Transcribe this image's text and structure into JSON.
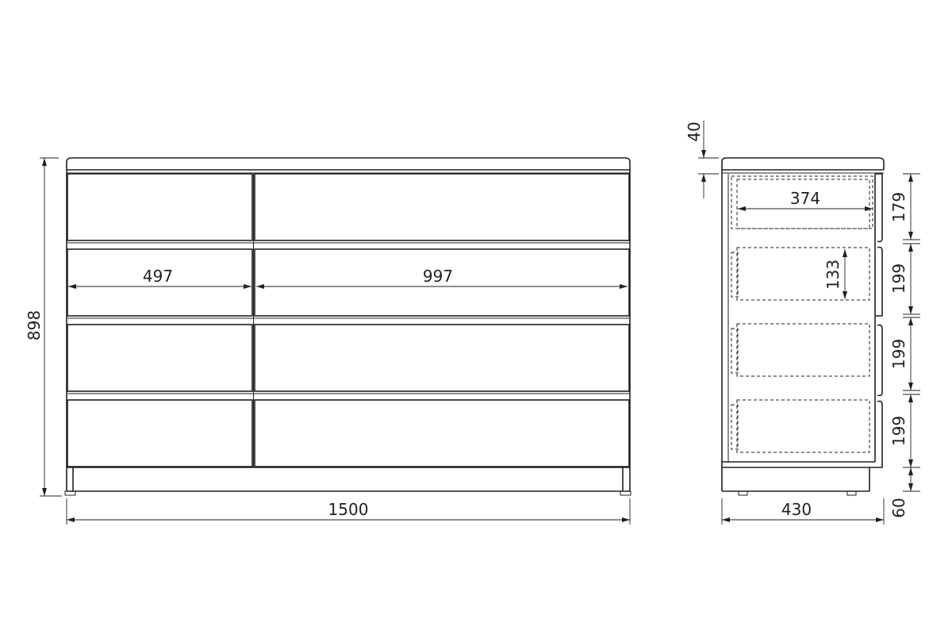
{
  "dimensions": {
    "front_width": "1500",
    "front_height": "898",
    "drawer_small_width": "497",
    "drawer_large_width": "997",
    "side_depth": "430",
    "inner_depth": "374",
    "inner_height": "133",
    "top_thickness": "40",
    "drawer1_height": "179",
    "drawer2_height": "199",
    "drawer3_height": "199",
    "drawer4_height": "199",
    "plinth_height": "60"
  }
}
